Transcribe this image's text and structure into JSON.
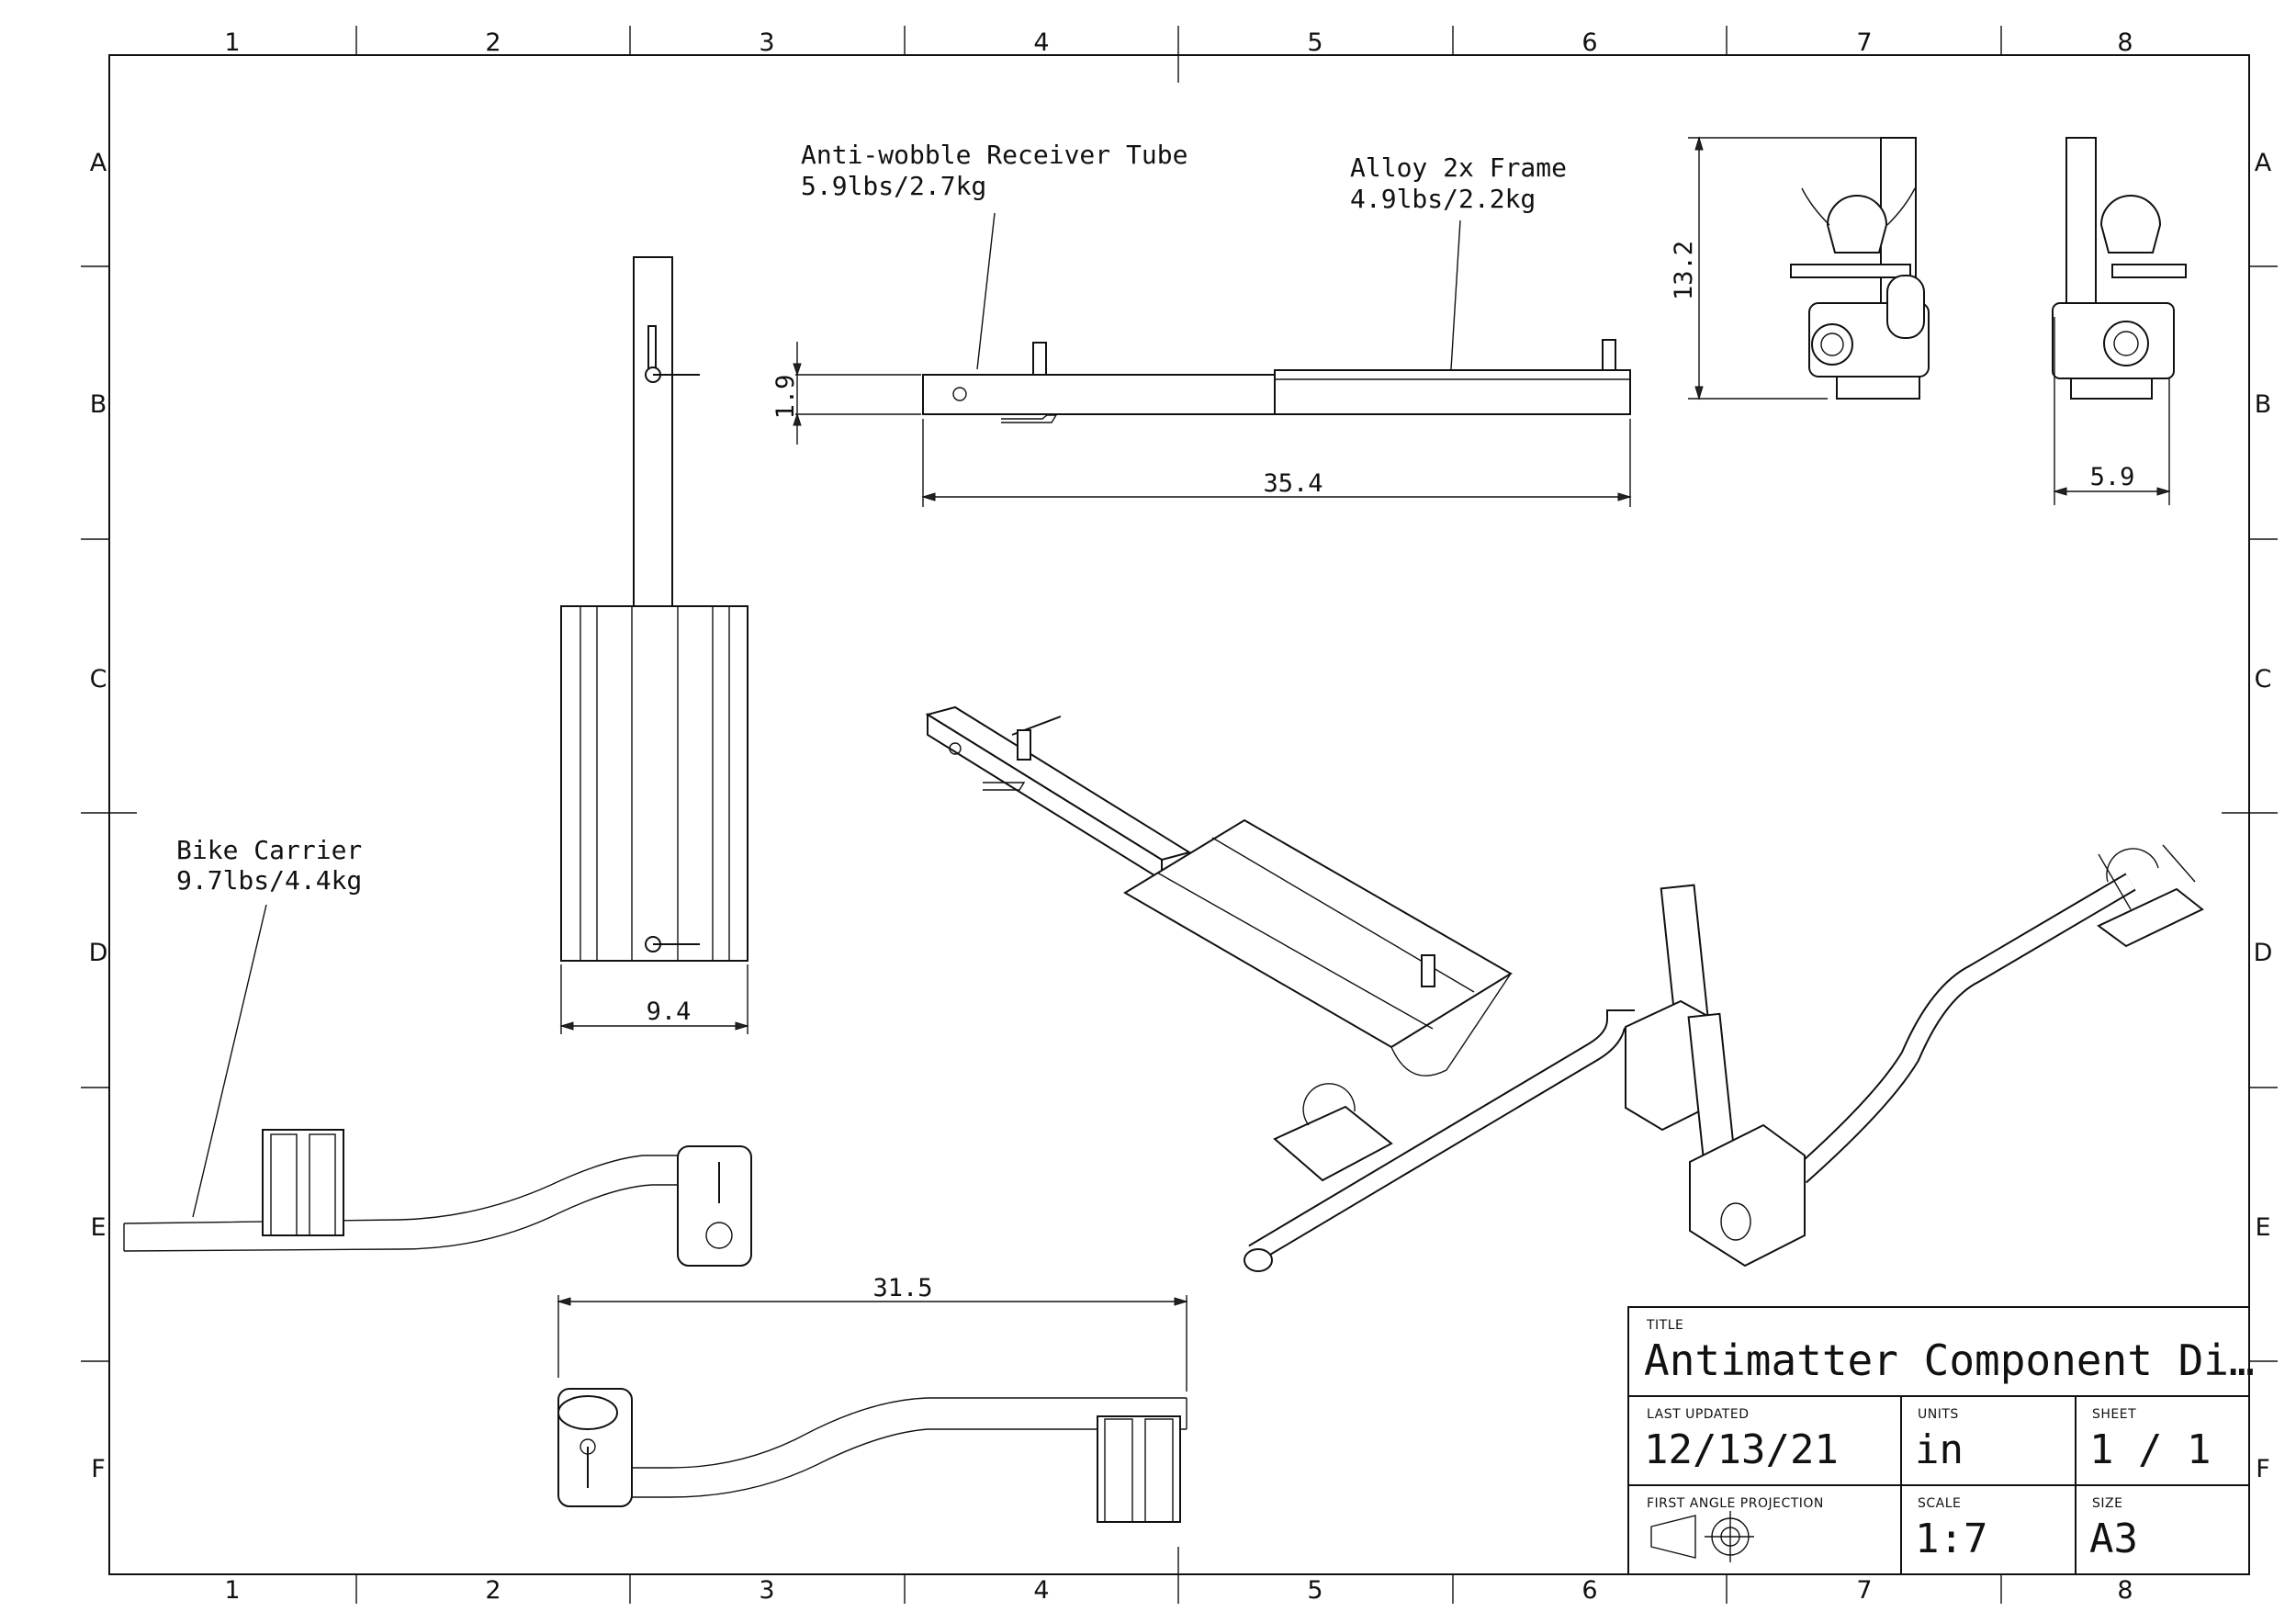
{
  "sheet": {
    "col_labels": [
      "1",
      "2",
      "3",
      "4",
      "5",
      "6",
      "7",
      "8"
    ],
    "row_labels": [
      "A",
      "B",
      "C",
      "D",
      "E",
      "F"
    ]
  },
  "callouts": {
    "receiver_tube": {
      "name": "Anti-wobble Receiver Tube",
      "weight": "5.9lbs/2.7kg"
    },
    "frame": {
      "name": "Alloy 2x Frame",
      "weight": "4.9lbs/2.2kg"
    },
    "bike_carrier": {
      "name": "Bike Carrier",
      "weight": "9.7lbs/4.4kg"
    }
  },
  "dimensions": {
    "tube_height": "1.9",
    "assembly_length": "35.4",
    "side_height": "13.2",
    "end_width": "5.9",
    "frame_width": "9.4",
    "carrier_length": "31.5"
  },
  "title_block": {
    "title_label": "TITLE",
    "title": "Antimatter Component Di…",
    "last_updated_label": "LAST UPDATED",
    "last_updated": "12/13/21",
    "units_label": "UNITS",
    "units": "in",
    "sheet_label": "SHEET",
    "sheet": "1 / 1",
    "projection_label": "FIRST ANGLE PROJECTION",
    "scale_label": "SCALE",
    "scale": "1:7",
    "size_label": "SIZE",
    "size": "A3"
  },
  "icons": [
    "first-angle-projection-icon"
  ]
}
